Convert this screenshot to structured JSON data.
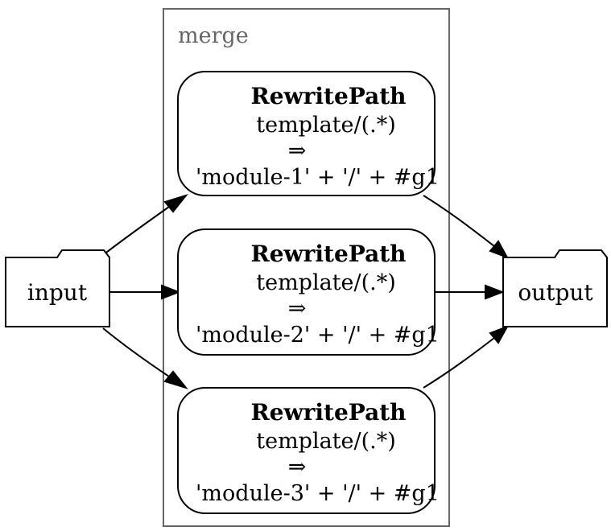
{
  "cluster": {
    "label": "merge",
    "border_color": "#666666"
  },
  "input_node": {
    "label": "input"
  },
  "output_node": {
    "label": "output"
  },
  "rewrite_nodes": [
    {
      "title": "RewritePath",
      "pattern": "template/(.*)",
      "arrow": "⇒",
      "replacement": "'module-1' + '/' + #g1"
    },
    {
      "title": "RewritePath",
      "pattern": "template/(.*)",
      "arrow": "⇒",
      "replacement": "'module-2' + '/' + #g1"
    },
    {
      "title": "RewritePath",
      "pattern": "template/(.*)",
      "arrow": "⇒",
      "replacement": "'module-3' + '/' + #g1"
    }
  ]
}
